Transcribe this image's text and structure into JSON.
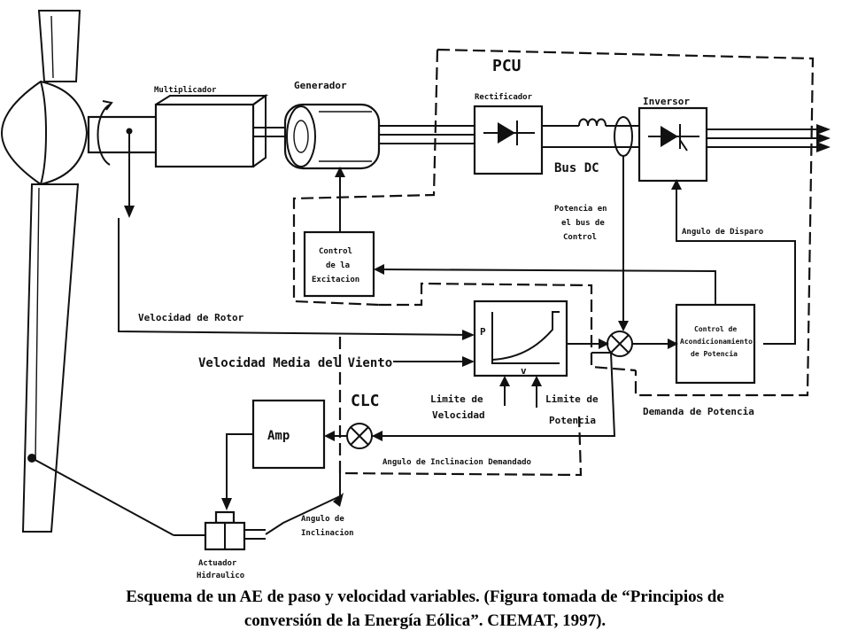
{
  "labels": {
    "multiplicador": "Multiplicador",
    "generador": "Generador",
    "pcu": "PCU",
    "rectificador": "Rectificador",
    "inversor": "Inversor",
    "bus_dc": "Bus DC",
    "potencia_bus": [
      "Potencia en",
      "el bus de",
      "Control"
    ],
    "angulo_disparo": "Angulo de Disparo",
    "control_excitacion": [
      "Control",
      "de la",
      "Excitacion"
    ],
    "control_acondicionamiento": [
      "Control de",
      "Acondicionamiento",
      "de Potencia"
    ],
    "velocidad_rotor": "Velocidad de Rotor",
    "velocidad_viento": "Velocidad Media del Viento",
    "curve_p": "P",
    "curve_v": "v",
    "clc": "CLC",
    "limite_velocidad": [
      "Limite de",
      "Velocidad"
    ],
    "limite_potencia": [
      "Limite de",
      "Potencia"
    ],
    "demanda_potencia": "Demanda de Potencia",
    "amp": "Amp",
    "angulo_inclinacion_demandado": "Angulo de Inclinacion Demandado",
    "angulo_inclinacion": [
      "Angulo de",
      "Inclinacion"
    ],
    "actuador": [
      "Actuador",
      "Hidraulico"
    ]
  },
  "caption": {
    "line1": "Esquema de un AE de paso y velocidad variables. (Figura tomada de “Principios de",
    "line2": "conversión de la Energía Eólica”. CIEMAT, 1997)."
  },
  "colors": {
    "ink": "#111111",
    "background": "#ffffff"
  }
}
